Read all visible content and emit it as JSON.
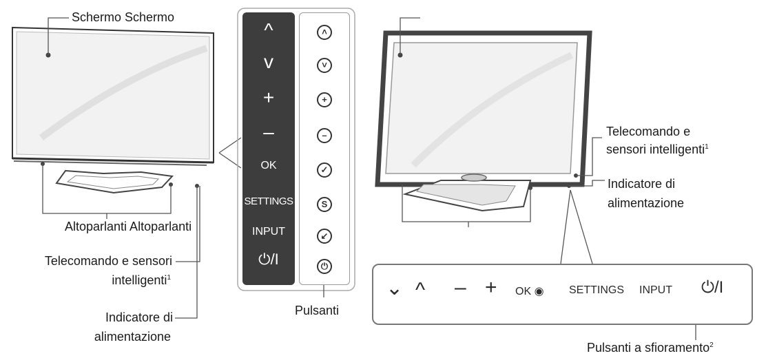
{
  "left_tv": {
    "screen_label": "Schermo Schermo",
    "speakers_label": "Altoparlanti Altoparlanti",
    "remote_sensor_line1": "Telecomando e sensori",
    "remote_sensor_line2": "intelligenti",
    "remote_sensor_sup": "1",
    "power_indicator_line1": "Indicatore di",
    "power_indicator_line2": "alimentazione"
  },
  "side_panel": {
    "caption": "Pulsanti",
    "buttons": [
      {
        "label": "^",
        "icon": "chevron-up-icon"
      },
      {
        "label": "v",
        "icon": "chevron-down-icon"
      },
      {
        "label": "+",
        "icon": "plus-icon"
      },
      {
        "label": "–",
        "icon": "minus-icon"
      },
      {
        "label": "OK",
        "icon": "check-icon"
      },
      {
        "label": "SETTINGS",
        "icon": "settings-s-icon"
      },
      {
        "label": "INPUT",
        "icon": "input-arrow-icon"
      },
      {
        "label": "⏻/I",
        "icon": "power-icon"
      }
    ]
  },
  "right_tv": {
    "remote_sensor_line1": "Telecomando e",
    "remote_sensor_line2": "sensori intelligenti",
    "remote_sensor_sup": "1",
    "power_indicator_line1": "Indicatore di",
    "power_indicator_line2": "alimentazione"
  },
  "touch_panel": {
    "caption": "Pulsanti a sfioramento",
    "caption_sup": "2",
    "buttons": {
      "down": "⌄",
      "up": "^",
      "minus": "–",
      "plus": "+",
      "ok": "OK",
      "settings": "SETTINGS",
      "input": "INPUT",
      "power": "⏻/I"
    }
  },
  "colors": {
    "dark_panel": "#3d3d3d",
    "line": "#555555"
  }
}
